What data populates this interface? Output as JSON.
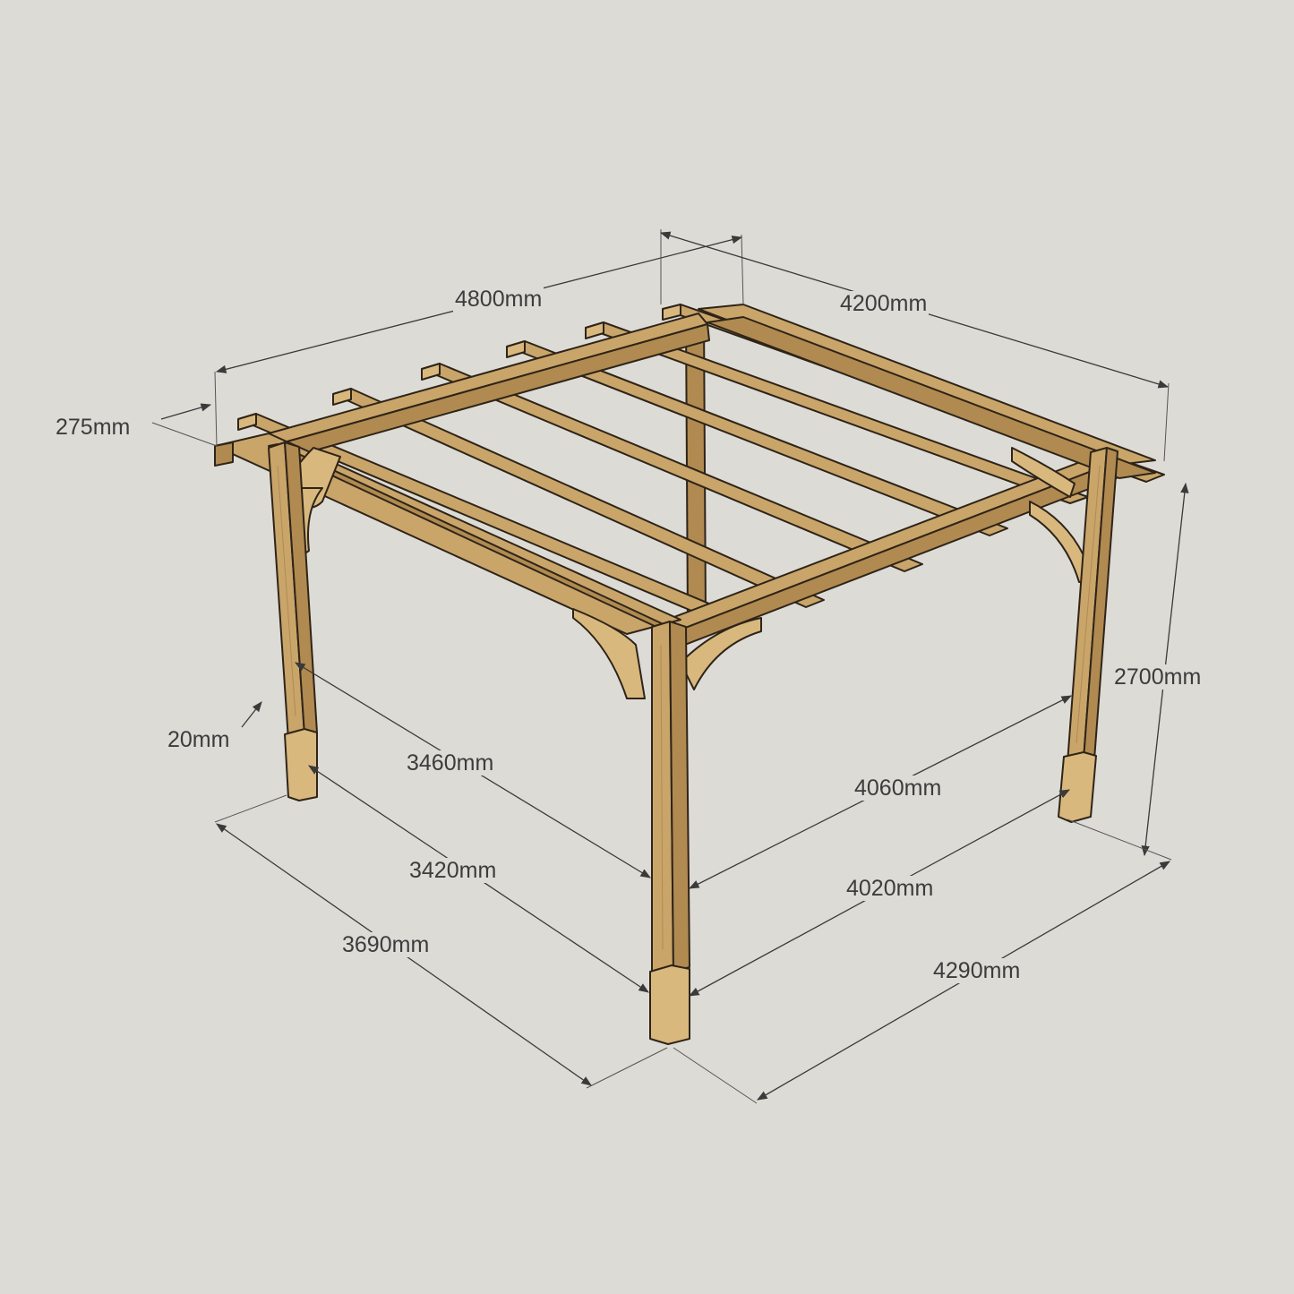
{
  "dimensions": {
    "width_top": "4800mm",
    "depth_top": "4200mm",
    "rafter_overhang": "275mm",
    "height": "2700mm",
    "base_gap": "20mm",
    "inner_front_left": "3460mm",
    "inner_front_right": "4060mm",
    "post_front_left": "3420mm",
    "post_front_right": "4020mm",
    "overall_left": "3690mm",
    "overall_right": "4290mm"
  },
  "colors": {
    "background": "#dddbd6",
    "wood": "#c9a56a",
    "outline": "#2e2418",
    "dimension_line": "#3a3a3a"
  }
}
